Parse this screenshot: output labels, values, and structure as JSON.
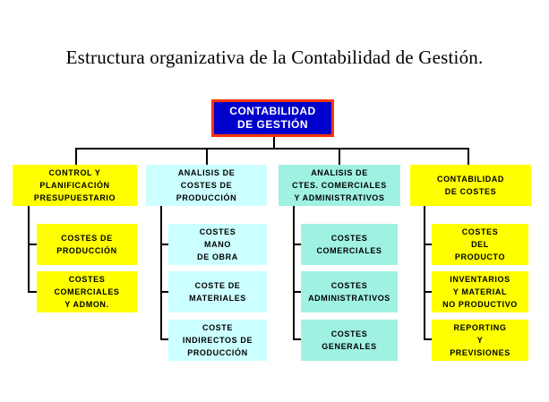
{
  "title": "Estructura organizativa de la Contabilidad de Gestión.",
  "root": {
    "text": "CONTABILIDAD\nDE GESTIÓN"
  },
  "colors": {
    "root_bg": "#0000CC",
    "root_border": "#FF3300",
    "root_text": "#FFFFFF",
    "yellow": "#FFFF00",
    "cyan_light": "#CCFFFF",
    "cyan_aqua": "#9FF2E2",
    "connector": "#000000",
    "text": "#000000"
  },
  "columns": [
    {
      "header": "CONTROL Y\nPLANIFICACIÓN\nPRESUPUESTARIO",
      "color": "yellow",
      "children": [
        "COSTES DE\nPRODUCCIÓN",
        "COSTES\nCOMERCIALES\nY ADMON."
      ]
    },
    {
      "header": "ANALISIS DE\nCOSTES DE\nPRODUCCIÓN",
      "color": "cyan_light",
      "children": [
        "COSTES\nMANO\nDE OBRA",
        "COSTE DE\nMATERIALES",
        "COSTE\nINDIRECTOS DE\nPRODUCCIÓN"
      ]
    },
    {
      "header": "ANALISIS DE\nCTES. COMERCIALES\nY ADMINISTRATIVOS",
      "color": "cyan_aqua",
      "children": [
        "COSTES\nCOMERCIALES",
        "COSTES\nADMINISTRATIVOS",
        "COSTES\nGENERALES"
      ]
    },
    {
      "header": "CONTABILIDAD\nDE COSTES",
      "color": "yellow",
      "children": [
        "COSTES\nDEL\nPRODUCTO",
        "INVENTARIOS\nY MATERIAL\nNO PRODUCTIVO",
        "REPORTING\nY\nPREVISIONES"
      ]
    }
  ]
}
